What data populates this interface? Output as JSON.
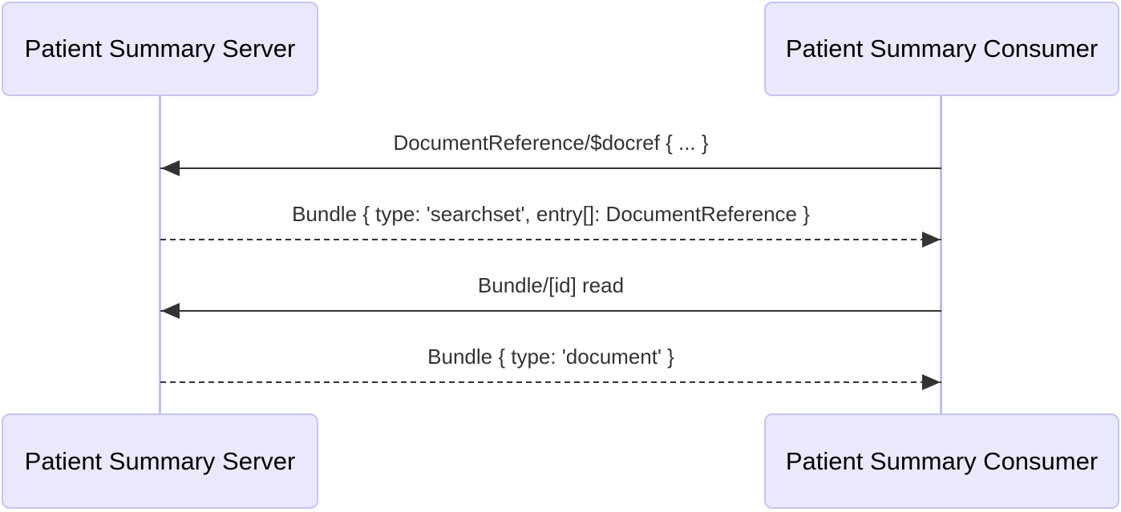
{
  "diagram": {
    "type": "sequence-diagram",
    "colors": {
      "background": "#FFFFFF",
      "actor_fill": "#E9E9FB",
      "actor_border": "#C5C5F0",
      "lifeline": "#BEBEF4",
      "message_line": "#333333",
      "message_text": "#333333",
      "actor_text": "#000000"
    },
    "actors": [
      {
        "id": "server",
        "label": "Patient Summary Server"
      },
      {
        "id": "consumer",
        "label": "Patient Summary Consumer"
      }
    ],
    "messages": [
      {
        "from": "consumer",
        "to": "server",
        "line": "solid",
        "direction": "left",
        "label": "DocumentReference/$docref { ... }"
      },
      {
        "from": "server",
        "to": "consumer",
        "line": "dashed",
        "direction": "right",
        "label": "Bundle { type: 'searchset', entry[]: DocumentReference }"
      },
      {
        "from": "consumer",
        "to": "server",
        "line": "solid",
        "direction": "left",
        "label": "Bundle/[id] read"
      },
      {
        "from": "server",
        "to": "consumer",
        "line": "dashed",
        "direction": "right",
        "label": "Bundle { type: 'document' }"
      }
    ]
  }
}
